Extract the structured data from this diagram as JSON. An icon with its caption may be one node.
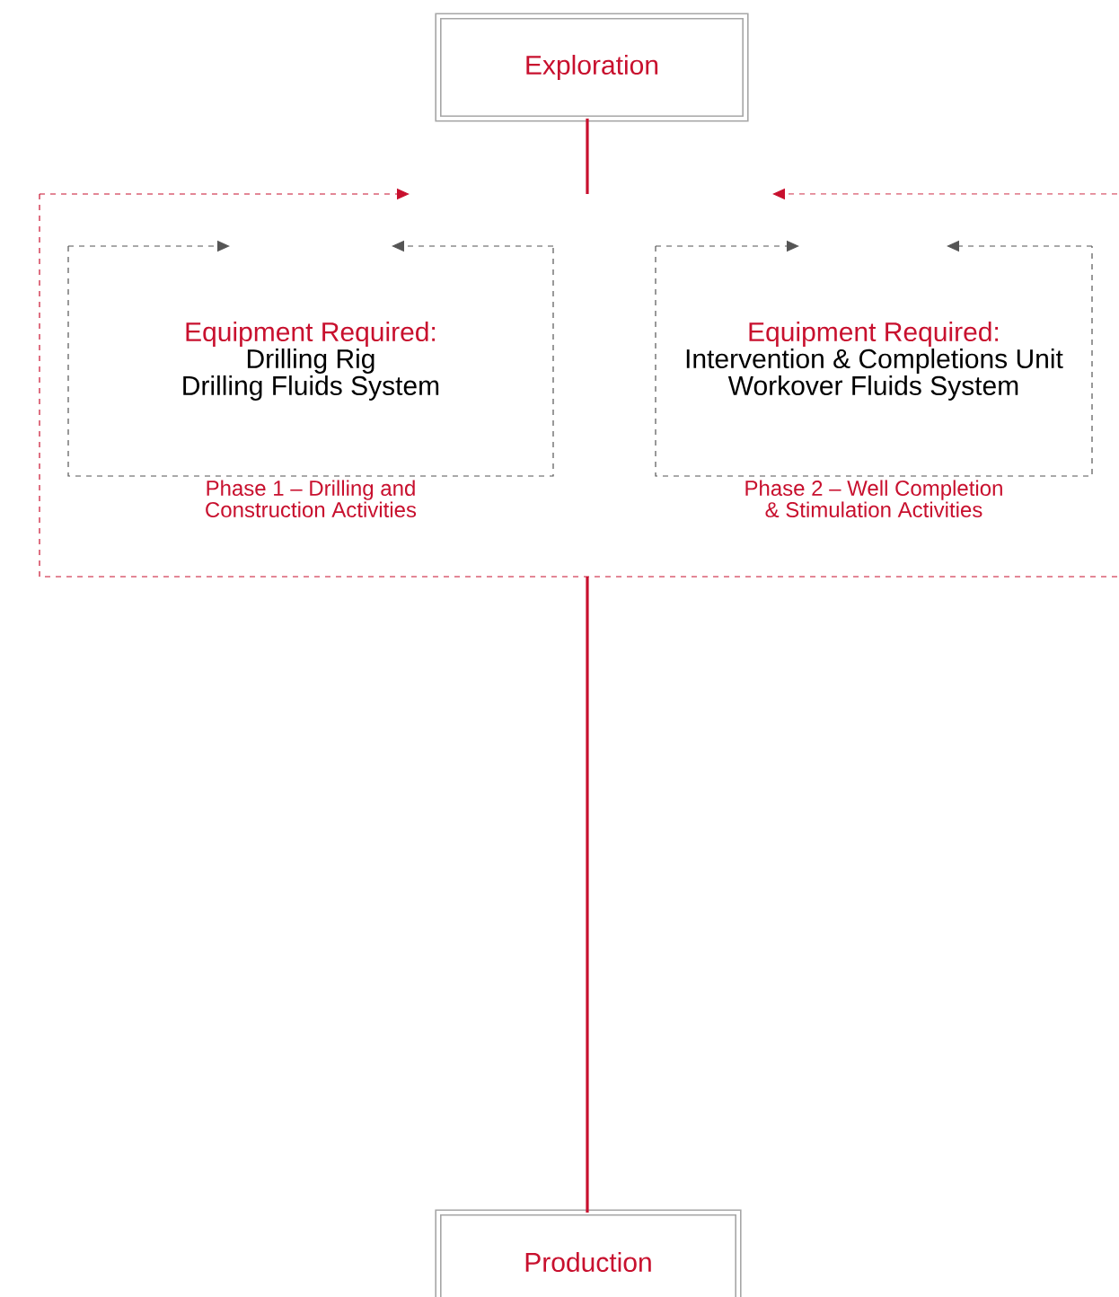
{
  "diagram": {
    "nodes": [
      {
        "text": [
          "Exploration"
        ]
      },
      {
        "text": [],
        "shape": "box"
      },
      {
        "text": [
          "Equipment Required:",
          "Drilling Rig",
          "Drilling Fluids System"
        ],
        "in": 1,
        "beside": [
          "Phase 1 – Drilling and Construction Activities"
        ]
      },
      {
        "text": [
          "Equipment Required:",
          "Intervention & Completions Unit",
          "Workover Fluids System"
        ],
        "in": 1,
        "beside": [
          "Phase 2 – Well Completion & Stimulation Activities"
        ]
      },
      {
        "text": [
          "Production"
        ]
      }
    ],
    "edges": [
      {
        "from": 0,
        "to": 1,
        "arrow": "none"
      },
      {
        "from": 1,
        "to": 4,
        "arrow": "none"
      }
    ]
  }
}
